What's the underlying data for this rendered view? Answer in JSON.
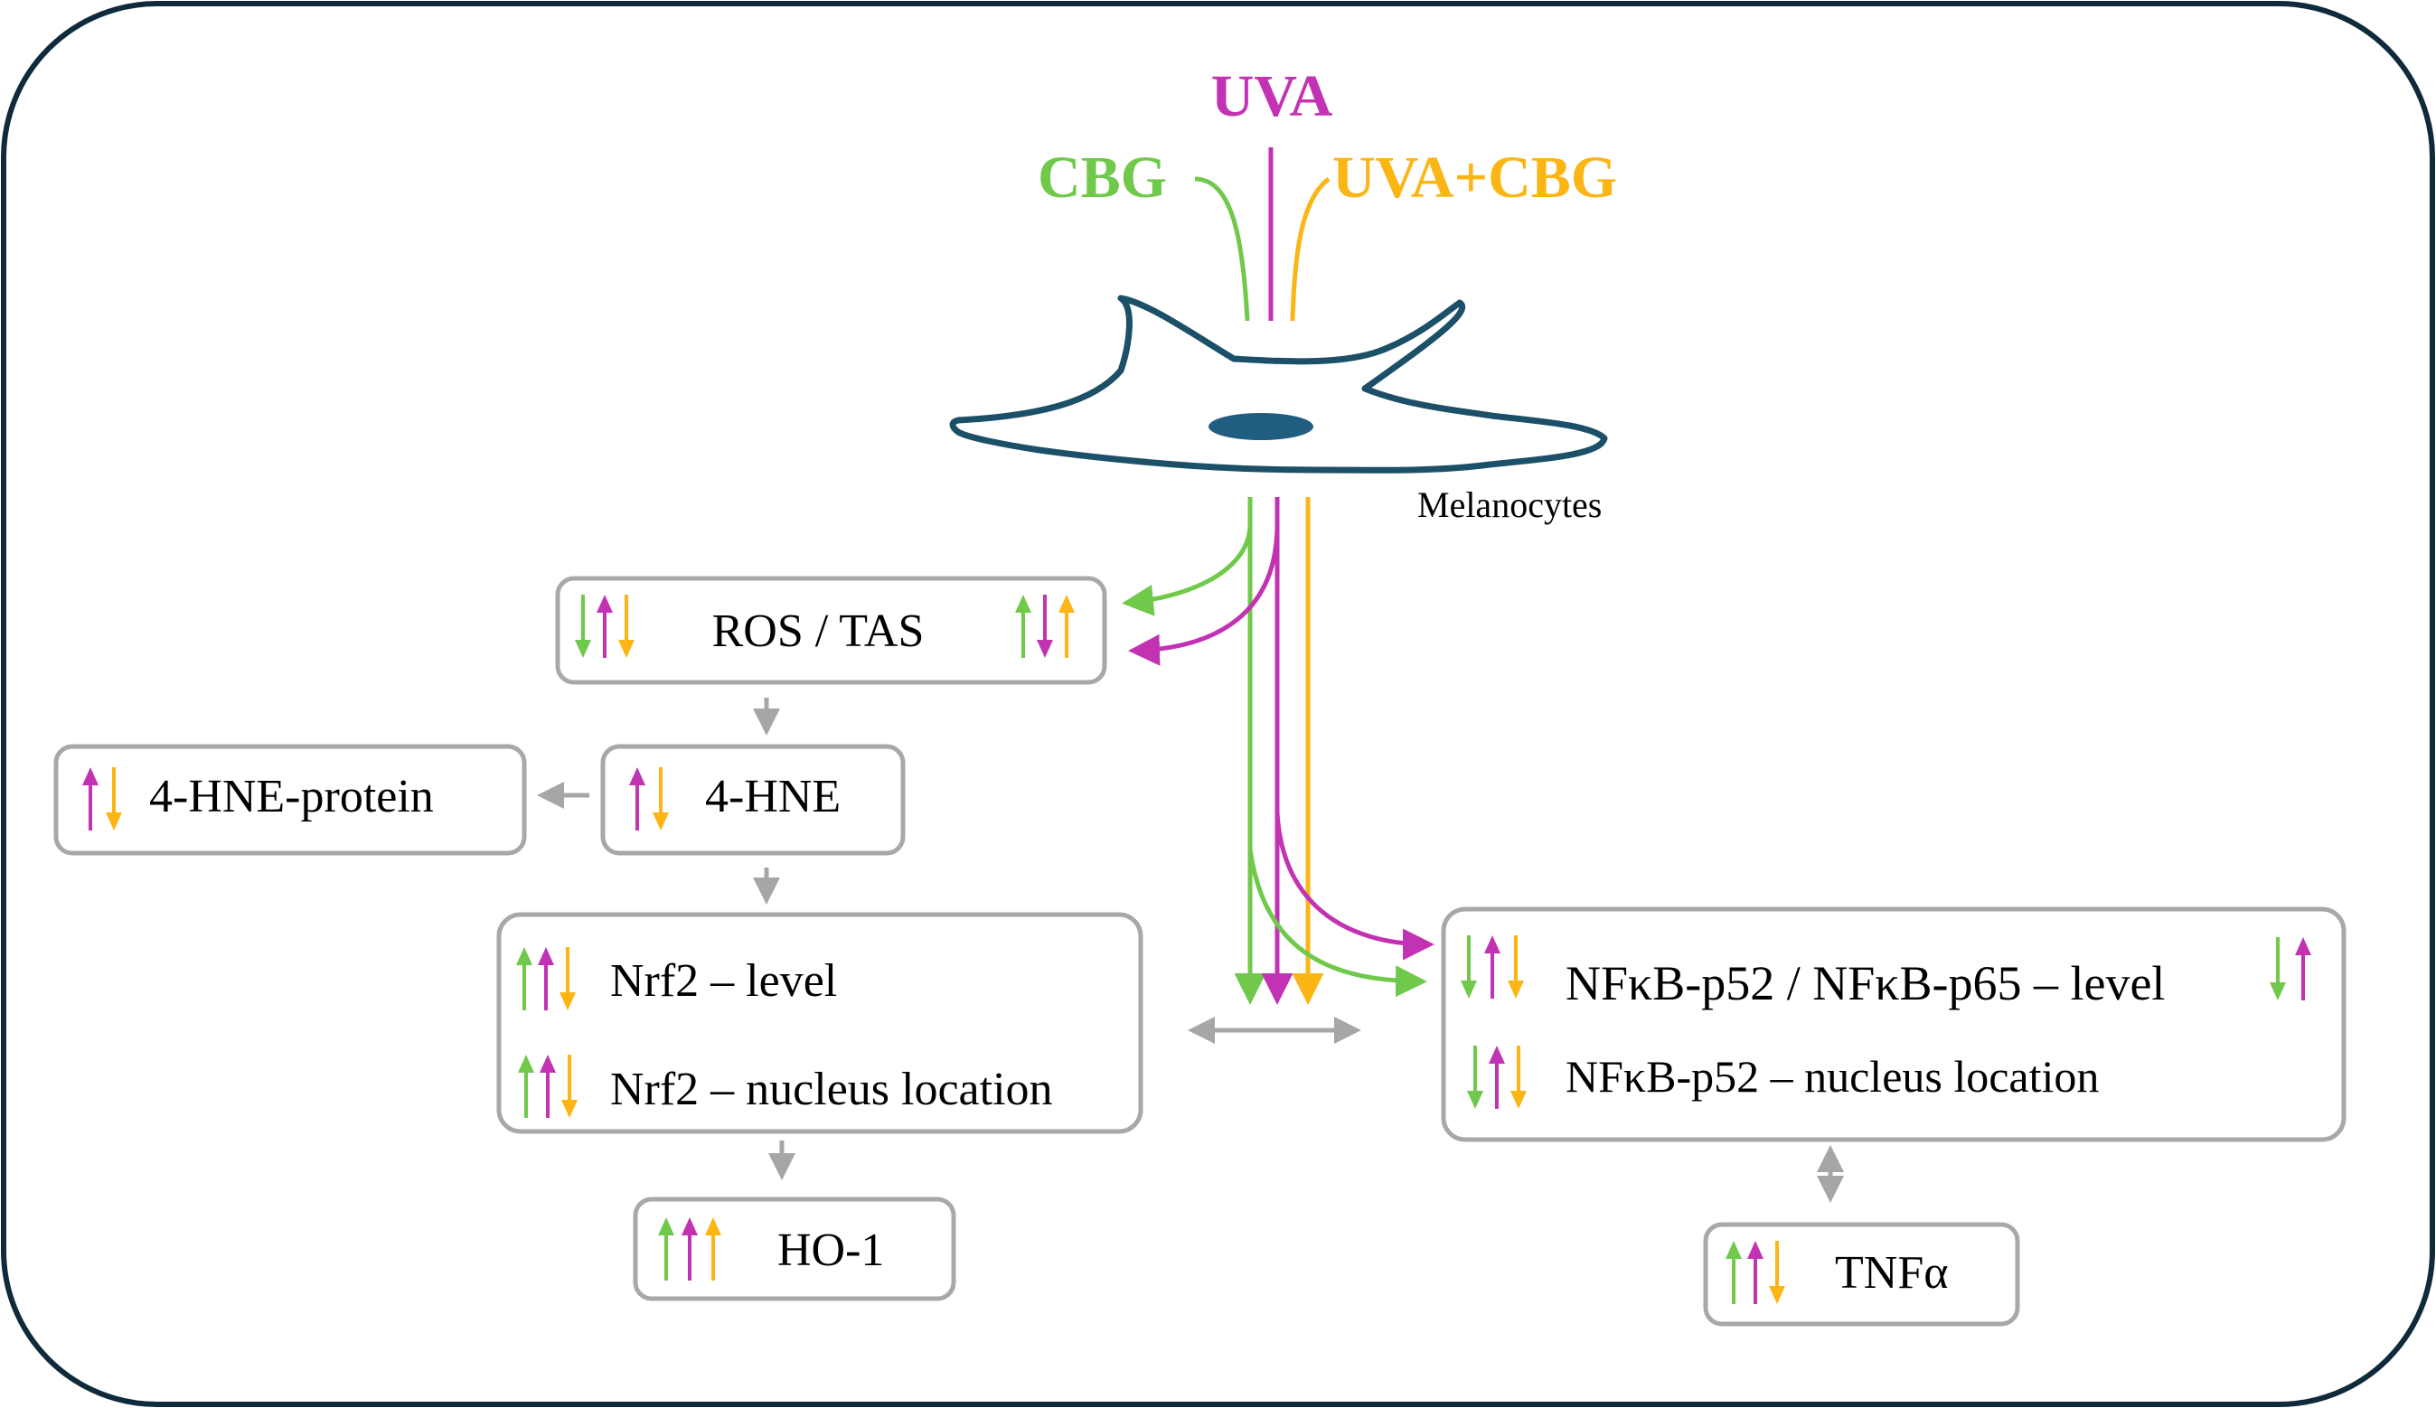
{
  "colors": {
    "cbg": "#70c94a",
    "uva": "#c233b3",
    "uva_cbg": "#fbb514",
    "cell": "#1c4f68",
    "nucleus": "#215d80",
    "box_border": "#a8a8a8",
    "gray_arrow": "#a6a6a6",
    "frame": "#0f2a3a"
  },
  "treatments": {
    "uva": "UVA",
    "cbg": "CBG",
    "uva_cbg": "UVA+CBG"
  },
  "cell_label": "Melanocytes",
  "boxes": {
    "ros_tas": {
      "label": "ROS / TAS",
      "left_arrows": [
        "down",
        "up",
        "down"
      ],
      "right_arrows": [
        "up",
        "down",
        "up"
      ]
    },
    "hne_protein": {
      "label": "4-HNE-protein",
      "arrows": [
        "up",
        "down"
      ]
    },
    "hne": {
      "label": "4-HNE",
      "arrows": [
        "up",
        "down"
      ]
    },
    "nrf2": {
      "level_label": "Nrf2 – level",
      "level_arrows": [
        "up",
        "up",
        "down"
      ],
      "nucleus_label": "Nrf2 – nucleus location",
      "nucleus_arrows": [
        "up",
        "up",
        "down"
      ]
    },
    "ho1": {
      "label": "HO-1",
      "arrows": [
        "up",
        "up",
        "up"
      ]
    },
    "nfkb": {
      "level_label": "NFκB-p52 / NFκB-p65 – level",
      "level_arrows": [
        "down",
        "up",
        "down"
      ],
      "level_right_arrows": [
        "down",
        "up"
      ],
      "nucleus_label": "NFκB-p52 – nucleus location",
      "nucleus_arrows": [
        "down",
        "up",
        "down"
      ]
    },
    "tnf": {
      "label": "TNFα",
      "arrows": [
        "up",
        "up",
        "down"
      ]
    }
  }
}
